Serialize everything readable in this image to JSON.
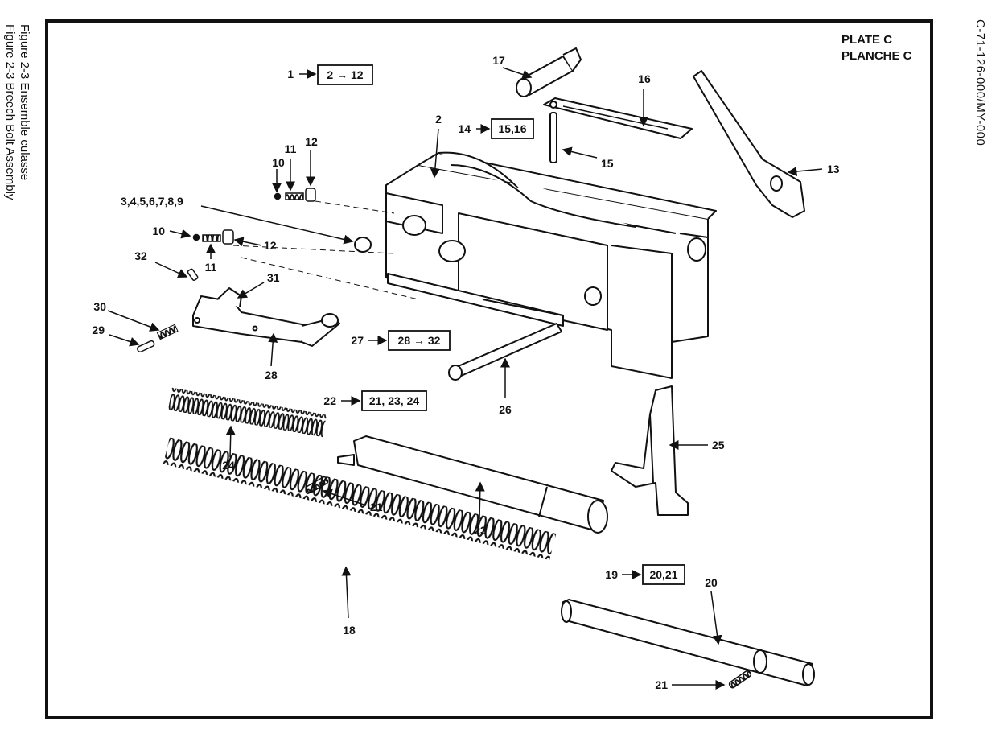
{
  "side_captions": {
    "figure_en": "Figure 2-3   Breech Bolt Assembly",
    "figure_fr": "Figure 2-3   Ensemble culasse",
    "doc_number": "C-71-126-000/MY-000"
  },
  "plate": {
    "line1": "PLATE C",
    "line2": "PLANCHE C"
  },
  "callouts": [
    {
      "id": "c1",
      "label": "1"
    },
    {
      "id": "c2",
      "label": "2"
    },
    {
      "id": "c3",
      "label": "3,4,5,6,7,8,9"
    },
    {
      "id": "c10a",
      "label": "10"
    },
    {
      "id": "c11a",
      "label": "11"
    },
    {
      "id": "c12a",
      "label": "12"
    },
    {
      "id": "c10b",
      "label": "10"
    },
    {
      "id": "c11b",
      "label": "11"
    },
    {
      "id": "c12b",
      "label": "12"
    },
    {
      "id": "c13",
      "label": "13"
    },
    {
      "id": "c14",
      "label": "14"
    },
    {
      "id": "c15",
      "label": "15"
    },
    {
      "id": "c16",
      "label": "16"
    },
    {
      "id": "c17",
      "label": "17"
    },
    {
      "id": "c18",
      "label": "18"
    },
    {
      "id": "c19",
      "label": "19"
    },
    {
      "id": "c20",
      "label": "20"
    },
    {
      "id": "c21a",
      "label": "21"
    },
    {
      "id": "c21b",
      "label": "21"
    },
    {
      "id": "c22",
      "label": "22"
    },
    {
      "id": "c23",
      "label": "23"
    },
    {
      "id": "c24",
      "label": "24"
    },
    {
      "id": "c25",
      "label": "25"
    },
    {
      "id": "c26",
      "label": "26"
    },
    {
      "id": "c27",
      "label": "27"
    },
    {
      "id": "c28",
      "label": "28"
    },
    {
      "id": "c29",
      "label": "29"
    },
    {
      "id": "c30",
      "label": "30"
    },
    {
      "id": "c31",
      "label": "31"
    },
    {
      "id": "c32",
      "label": "32"
    }
  ],
  "group_boxes": [
    {
      "id": "g1",
      "label": "2 → 12"
    },
    {
      "id": "g14",
      "label": "15,16"
    },
    {
      "id": "g27",
      "label": "28 → 32"
    },
    {
      "id": "g22",
      "label": "21, 23, 24"
    },
    {
      "id": "g19",
      "label": "20,21"
    }
  ]
}
